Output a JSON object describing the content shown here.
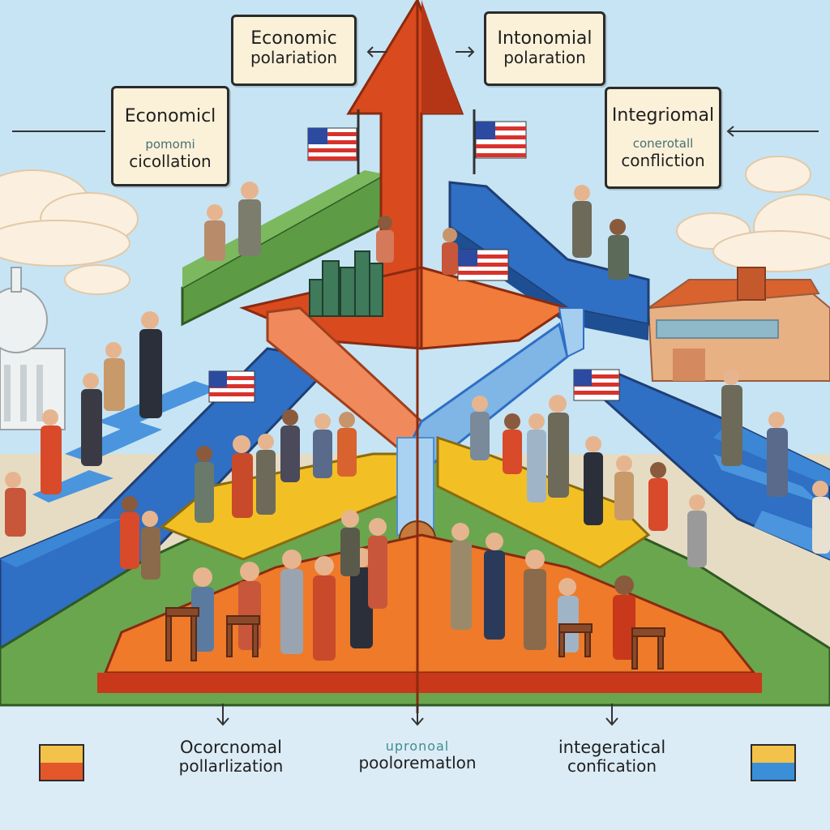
{
  "labels": {
    "top_left": {
      "line1": "Economic",
      "line2": "polariation"
    },
    "top_right": {
      "line1": "Intonomial",
      "line2": "polaration"
    },
    "mid_left": {
      "line1": "Economicl",
      "faint": "pomomi",
      "line2": "cicollation"
    },
    "mid_right": {
      "line1": "Integriomal",
      "faint": "conerotall",
      "line2": "confliction"
    },
    "bottom_left": {
      "line1": "Ocorcnomal",
      "line2": "pollarlization"
    },
    "bottom_center": {
      "faint": "upronoal",
      "line2": "poolorematlon"
    },
    "bottom_right": {
      "line1": "integeratical",
      "line2": "confication"
    }
  },
  "colors": {
    "sky": "#bfe0f2",
    "green": "#5d9b45",
    "blue": "#2f6fc4",
    "red": "#d94a1e",
    "orange": "#ee7a2a",
    "yellow": "#f2c024",
    "flag_red": "#d8322d",
    "flag_blue": "#2c4aa0"
  },
  "swatches": {
    "left": {
      "top": "#f2c24a",
      "bottom": "#e3572a"
    },
    "right": {
      "top": "#f2c24a",
      "bottom": "#3b8fd9"
    }
  }
}
